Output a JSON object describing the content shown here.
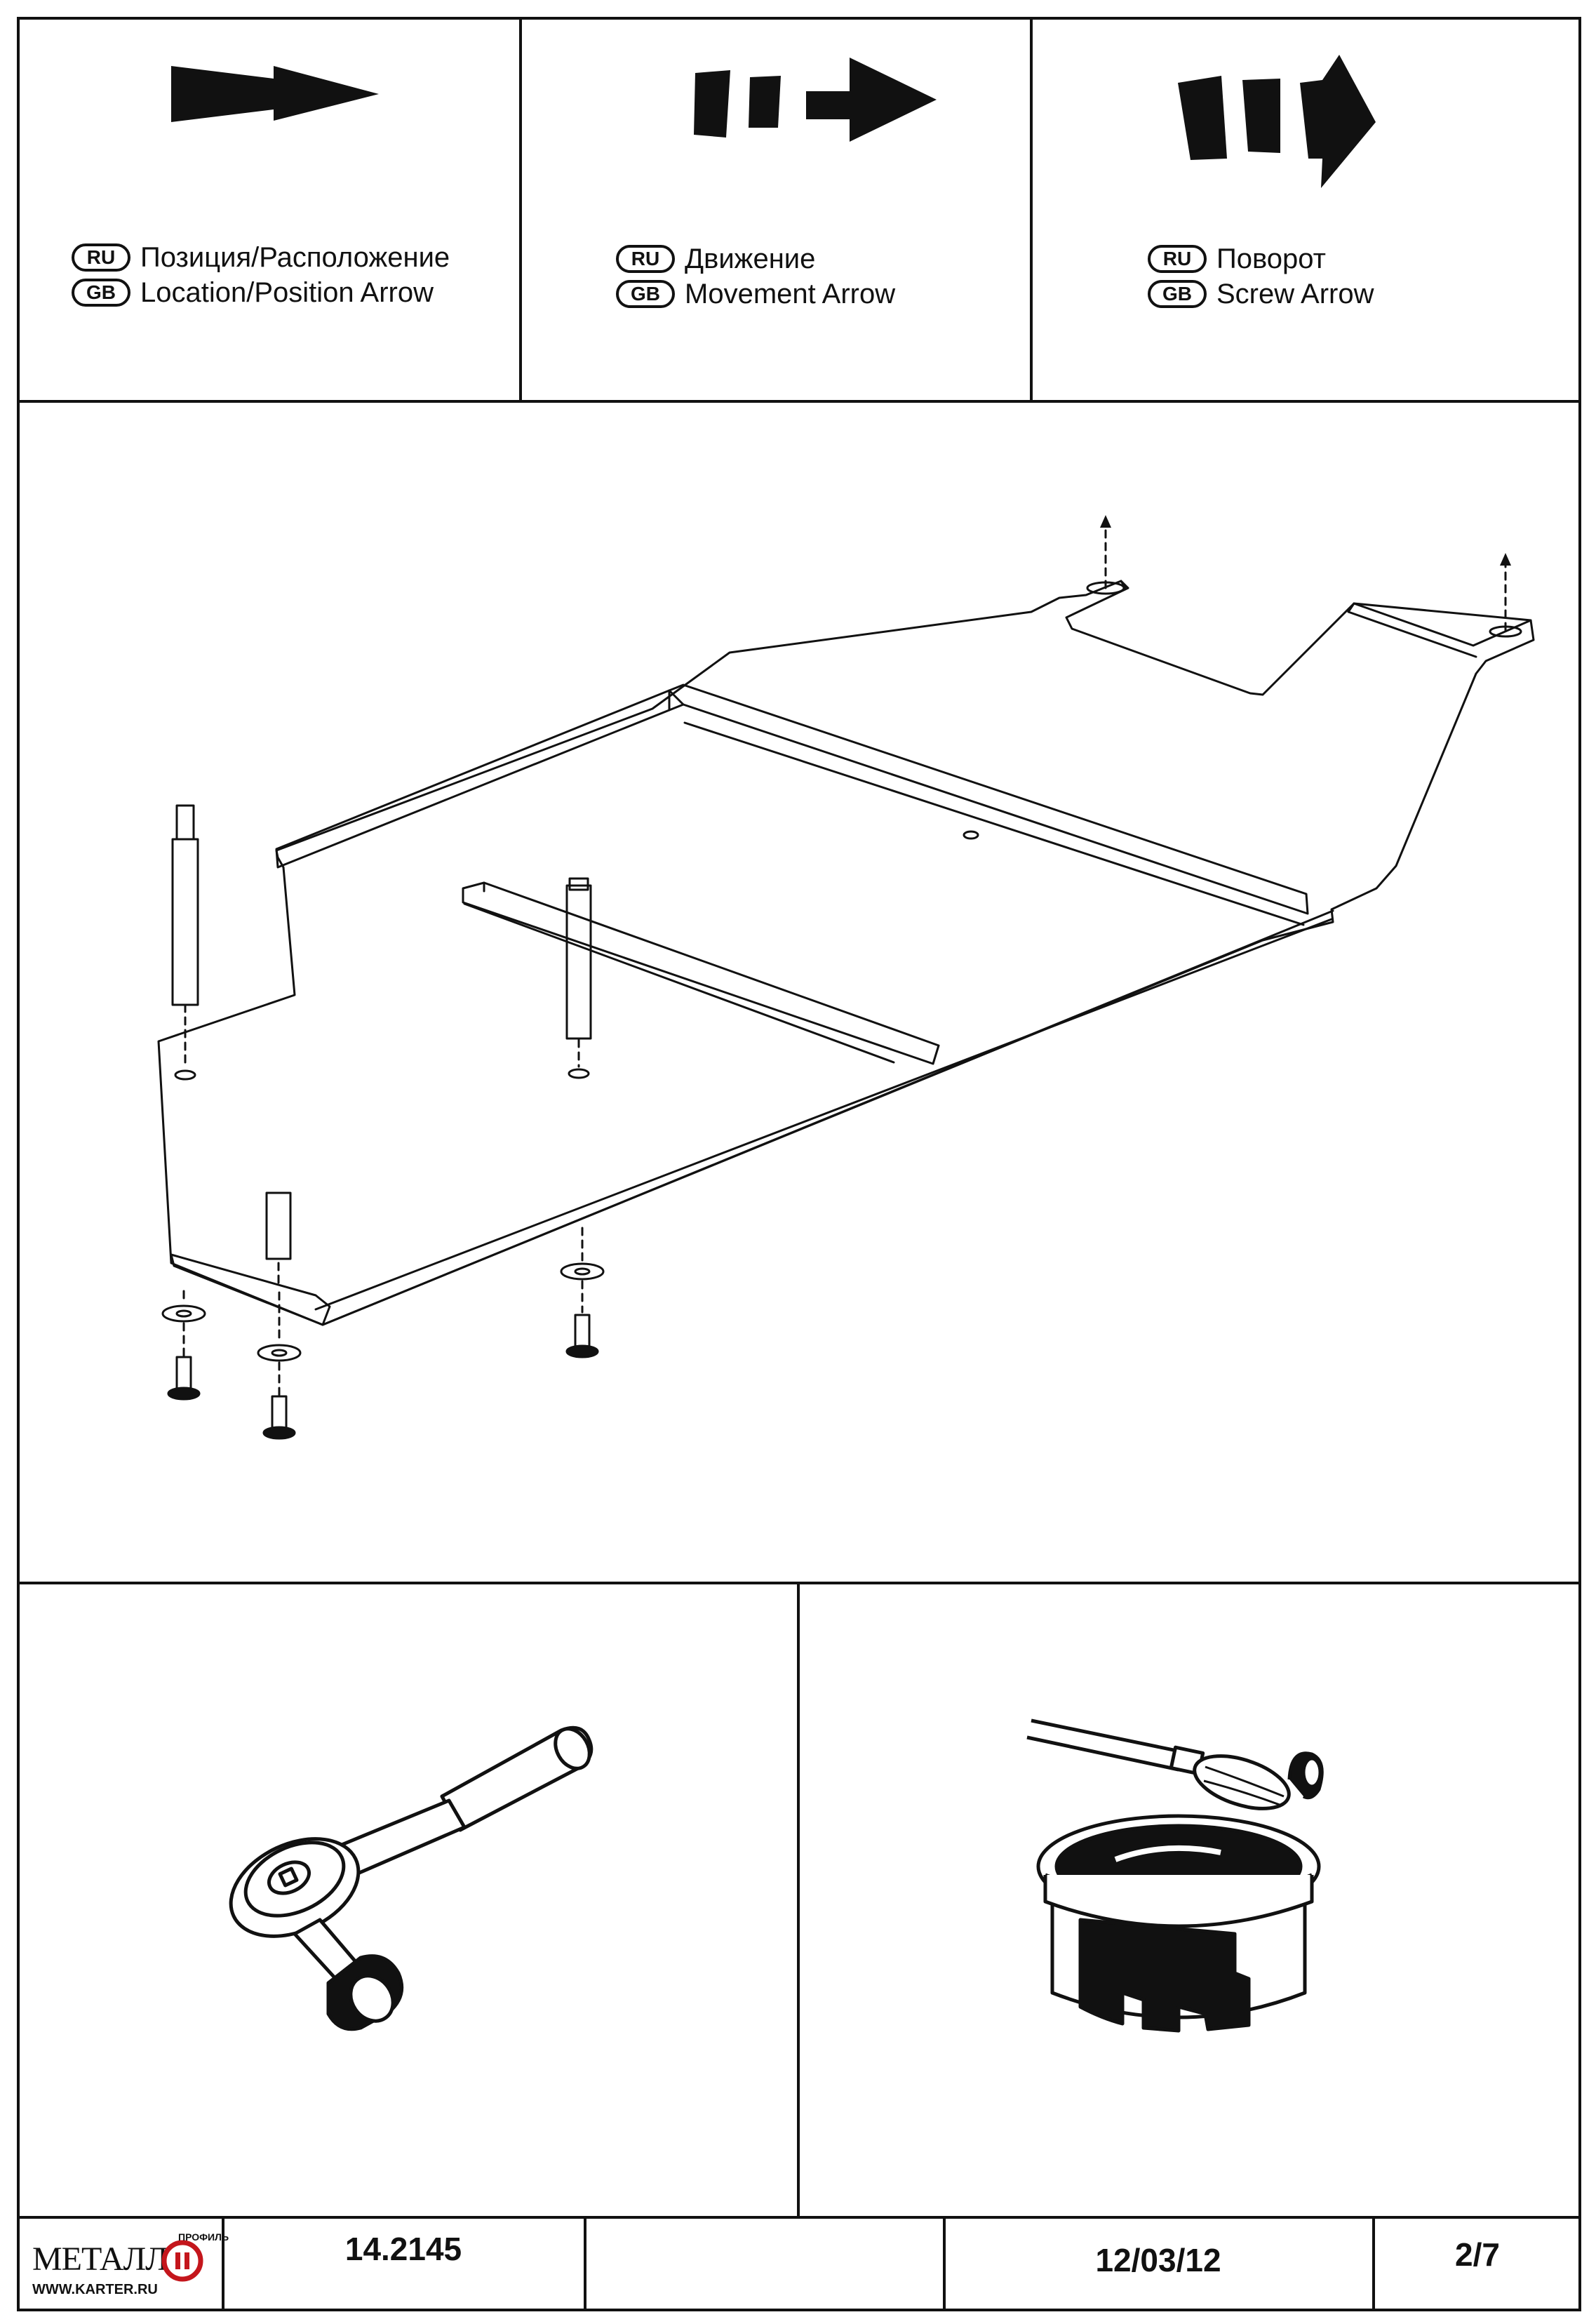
{
  "legend": {
    "location": {
      "ru_badge": "RU",
      "gb_badge": "GB",
      "ru": "Позиция/Расположение",
      "gb": "Location/Position Arrow"
    },
    "movement": {
      "ru_badge": "RU",
      "gb_badge": "GB",
      "ru": "Движение",
      "gb": "Movement Arrow"
    },
    "screw": {
      "ru_badge": "RU",
      "gb_badge": "GB",
      "ru": "Поворот",
      "gb": "Screw Arrow"
    }
  },
  "footer": {
    "logo_name": "МЕТАЛЛ",
    "logo_arc": "ПРОФИЛЬ",
    "logo_url": "WWW.KARTER.RU",
    "part_number": "14.2145",
    "blank": "",
    "date": "12/03/12",
    "page": "2/7"
  },
  "icons": {
    "location_arrow": "location-arrow-icon",
    "movement_arrow": "movement-arrow-icon",
    "screw_arrow": "screw-arrow-icon",
    "ratchet": "ratchet-wrench-icon",
    "paint": "paint-can-brush-icon"
  }
}
